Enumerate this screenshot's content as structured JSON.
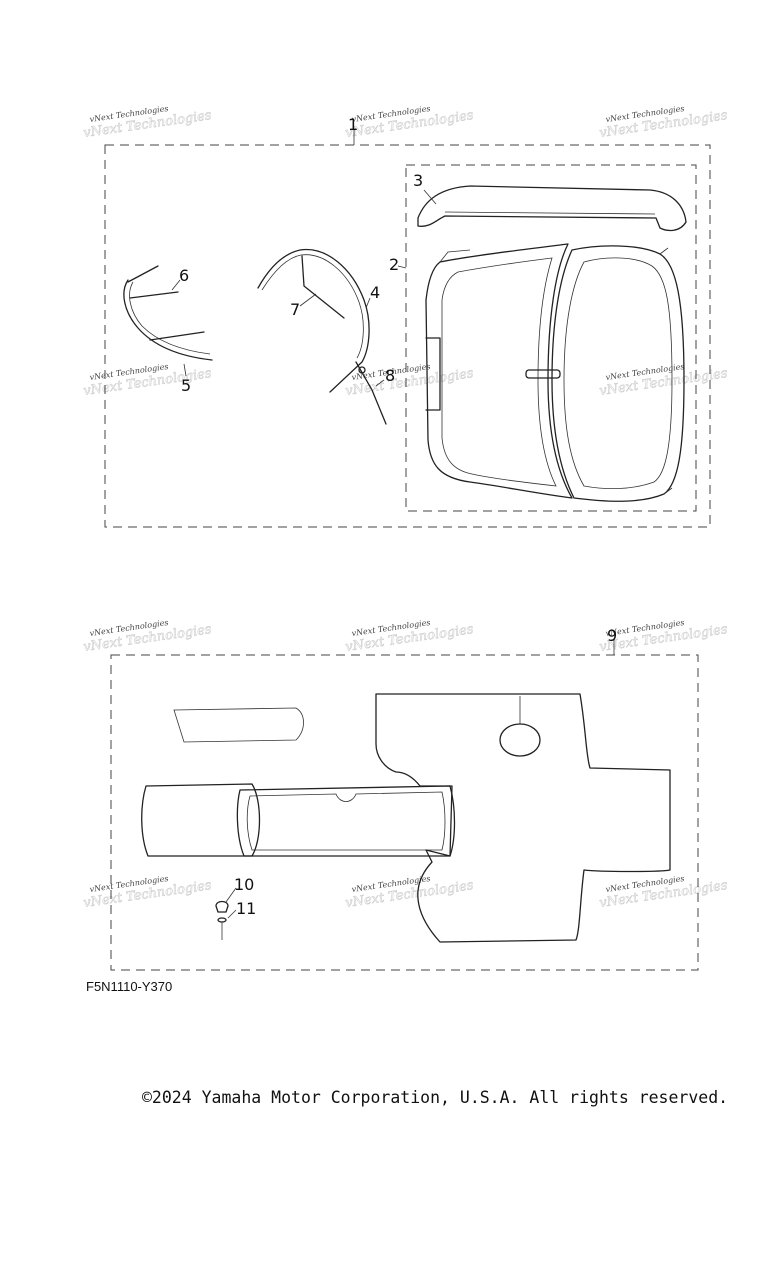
{
  "watermark": "vNext Technologies",
  "callouts": [
    "1",
    "2",
    "3",
    "4",
    "5",
    "6",
    "7",
    "8",
    "9",
    "10",
    "11"
  ],
  "diagram_code": "F5N1110-Y370",
  "copyright": "©2024 Yamaha Motor Corporation, U.S.A. All rights reserved."
}
